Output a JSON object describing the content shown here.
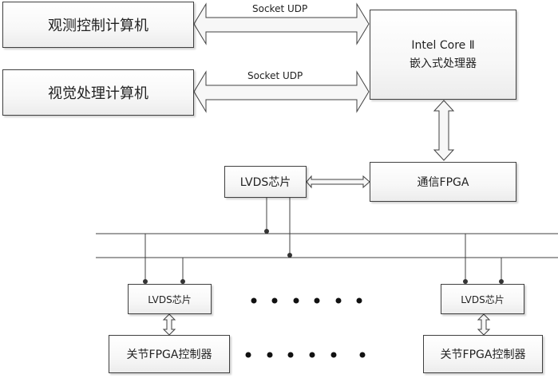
{
  "nodes": {
    "observe_pc": "观测控制计算机",
    "vision_pc": "视觉处理计算机",
    "cpu_line1": "Intel Core Ⅱ",
    "cpu_line2": "嵌入式处理器",
    "comm_fpga": "通信FPGA",
    "lvds_top": "LVDS芯片",
    "lvds_left": "LVDS芯片",
    "lvds_right": "LVDS芯片",
    "joint_left": "关节FPGA控制器",
    "joint_right": "关节FPGA控制器"
  },
  "links": {
    "udp1": "Socket UDP",
    "udp2": "Socket UDP"
  },
  "ellipsis_dot_count": 6
}
